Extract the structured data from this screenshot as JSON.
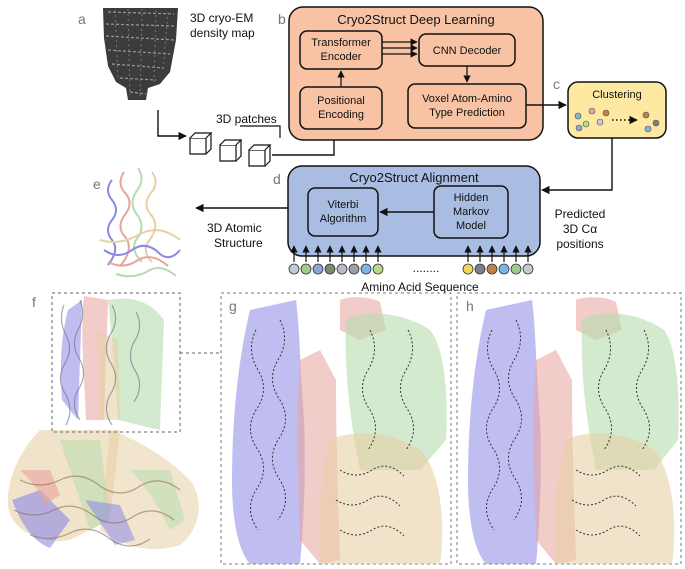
{
  "panel_letters": {
    "a": "a",
    "b": "b",
    "c": "c",
    "d": "d",
    "e": "e",
    "f": "f",
    "g": "g",
    "h": "h"
  },
  "panel_a": {
    "title_line1": "3D cryo-EM",
    "title_line2": "density map",
    "patches_label": "3D patches"
  },
  "panel_b": {
    "title": "Cryo2Struct Deep Learning",
    "encoder_line1": "Transformer",
    "encoder_line2": "Encoder",
    "decoder": "CNN Decoder",
    "positional_line1": "Positional",
    "positional_line2": "Encoding",
    "voxel_line1": "Voxel Atom-Amino",
    "voxel_line2": "Type Prediction",
    "fill_color": "#f7c3a4"
  },
  "panel_c": {
    "title": "Clustering",
    "fill_color": "#fde9a1"
  },
  "panel_d": {
    "title": "Cryo2Struct Alignment",
    "viterbi_line1": "Viterbi",
    "viterbi_line2": "Algorithm",
    "hmm_line1": "Hidden",
    "hmm_line2": "Markov",
    "hmm_line3": "Model",
    "predicted_line1": "Predicted",
    "predicted_line2": "3D Cα",
    "predicted_line3": "positions",
    "sequence_label": "Amino Acid Sequence",
    "ellipsis": "........",
    "fill_color": "#a9bde3"
  },
  "panel_e": {
    "label_line1": "3D Atomic",
    "label_line2": "Structure"
  },
  "structure_colors": {
    "blue": "#8c88e6",
    "red": "#e8a39c",
    "green": "#b6dcae",
    "tan": "#e8cfa6"
  },
  "sequence_colors_left": [
    "#c5c9d0",
    "#9ccf8f",
    "#8fa4d8",
    "#7c8a6b",
    "#b9bec6",
    "#9aa0a8",
    "#7fb6e0",
    "#b9d88a"
  ],
  "sequence_colors_right": [
    "#f2d35c",
    "#7d7f84",
    "#b9824f",
    "#7fb6e0",
    "#9ccf8f",
    "#c5c9d0"
  ]
}
